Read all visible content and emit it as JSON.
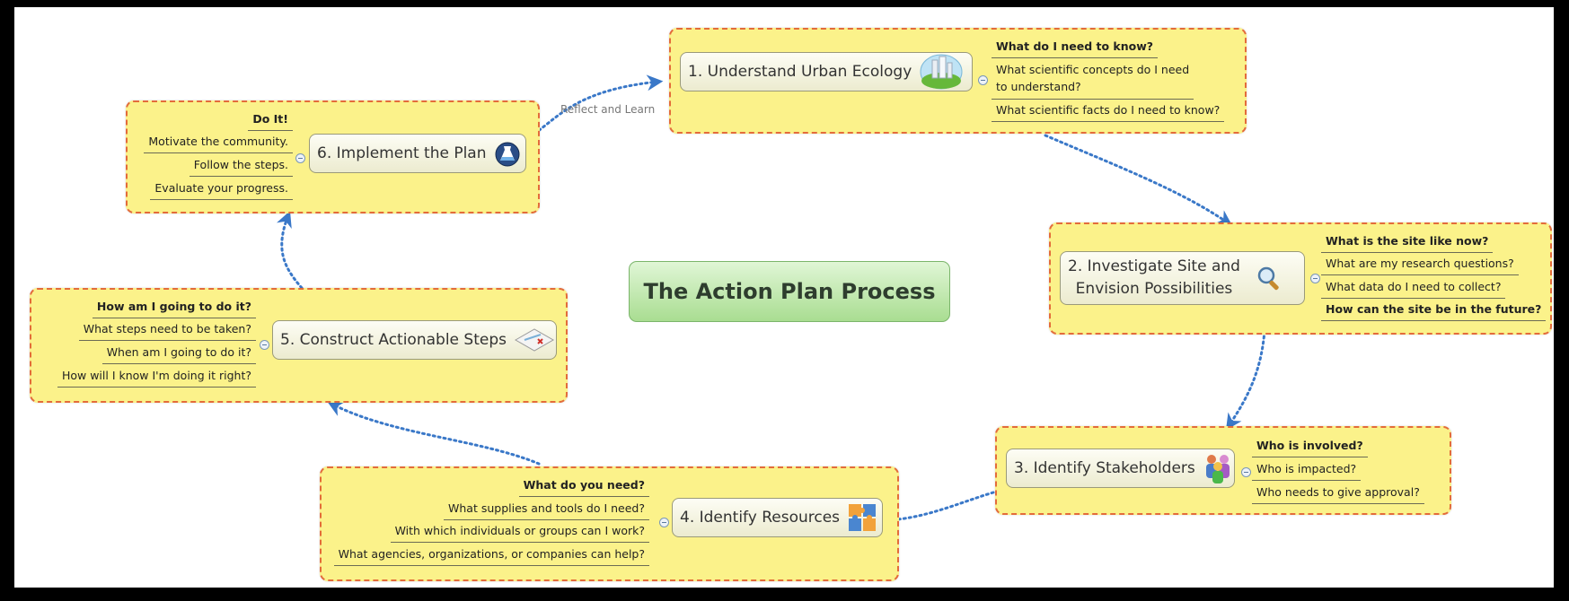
{
  "title": "The Action Plan Process",
  "link_label": "Reflect and Learn",
  "colors": {
    "box_fill": "#fbf28a",
    "box_border": "#e36c3a",
    "arrow": "#3a78c8",
    "title_fill": "#b8e4a3"
  },
  "steps": [
    {
      "label": "1.  Understand Urban Ecology",
      "icon": "city-globe-icon",
      "heading": "What do I need to know?",
      "items": [
        {
          "text": "What scientific concepts do I need to understand?",
          "line1": "What scientific concepts do I need",
          "line2": "to understand?"
        },
        {
          "text": "What scientific facts do I need to know?"
        }
      ]
    },
    {
      "label": "2.  Investigate Site and Envision Possibilities",
      "line1": "2.  Investigate Site and",
      "line2": "Envision Possibilities",
      "icon": "magnifier-icon",
      "heading": "What is the site like now?",
      "items": [
        {
          "text": "What are my research questions?"
        },
        {
          "text": "What data do I need to collect?"
        },
        {
          "text": "How can the site be in the future?"
        }
      ]
    },
    {
      "label": "3.  Identify Stakeholders",
      "icon": "people-icon",
      "heading": "Who is involved?",
      "items": [
        {
          "text": "Who is impacted?"
        },
        {
          "text": "Who needs to give approval?"
        }
      ]
    },
    {
      "label": "4.  Identify Resources",
      "icon": "puzzle-icon",
      "heading": "What do you need?",
      "items": [
        {
          "text": "What supplies and tools do I need?"
        },
        {
          "text": "With which individuals or groups can I work?"
        },
        {
          "text": "What agencies, organizations, or companies can help?"
        }
      ]
    },
    {
      "label": "5.  Construct Actionable Steps",
      "icon": "map-icon",
      "heading": "How am I going to do it?",
      "items": [
        {
          "text": "What steps need to be taken?"
        },
        {
          "text": "When am I going to do it?"
        },
        {
          "text": "How will I know I'm doing it right?"
        }
      ]
    },
    {
      "label": "6.  Implement the Plan",
      "icon": "flask-icon",
      "heading": "Do It!",
      "items": [
        {
          "text": "Motivate the community."
        },
        {
          "text": "Follow the steps."
        },
        {
          "text": "Evaluate your progress."
        }
      ]
    }
  ]
}
